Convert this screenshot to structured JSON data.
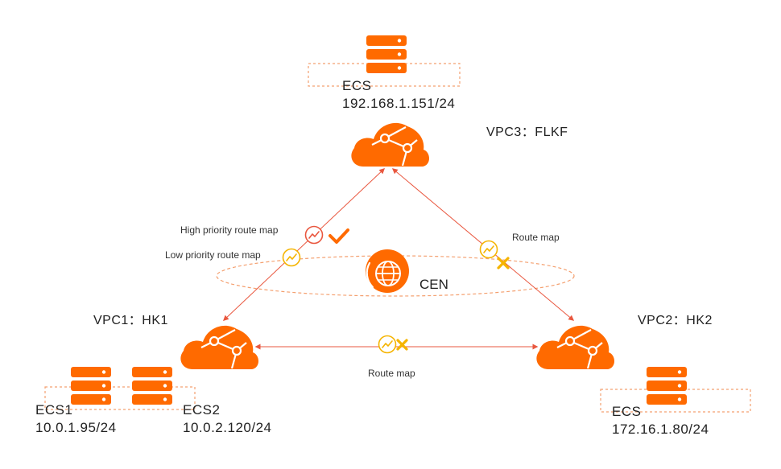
{
  "colors": {
    "orange": "#FF6A00",
    "line": "#E9573F",
    "routeMapAmber": "#F5B400",
    "dashed": "#F4A070"
  },
  "vpc3": {
    "label": "VPC3：FLKF",
    "ecs_name": "ECS",
    "ecs_ip": "192.168.1.151/24"
  },
  "vpc1": {
    "label": "VPC1：HK1",
    "ecs1_name": "ECS1",
    "ecs1_ip": "10.0.1.95/24",
    "ecs2_name": "ECS2",
    "ecs2_ip": "10.0.2.120/24"
  },
  "vpc2": {
    "label": "VPC2：HK2",
    "ecs_name": "ECS",
    "ecs_ip": "172.16.1.80/24"
  },
  "cen": {
    "label": "CEN"
  },
  "route_maps": {
    "high_priority": "High priority route map",
    "low_priority": "Low priority route map",
    "vpc3_vpc2": "Route map",
    "vpc1_vpc2": "Route map"
  },
  "icons": {
    "server": "server-stack-icon",
    "cloud": "vpc-cloud-icon",
    "cen": "globe-network-icon",
    "route_map": "route-map-icon",
    "allow": "check-icon",
    "deny": "x-icon"
  }
}
